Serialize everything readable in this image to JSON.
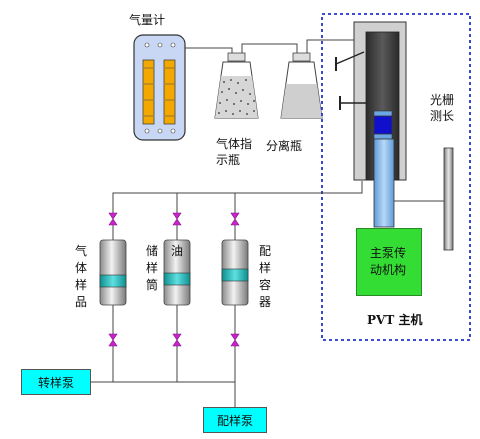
{
  "labels": {
    "gas_meter": "气量计",
    "gas_indicator_bottle": "气体指示瓶",
    "separation_bottle": "分离瓶",
    "grating_measure": "光栅测长",
    "gas_sample": "气体样品",
    "storage_cylinder": "储样筒",
    "oil": "油",
    "mixing_container": "配样容器",
    "transfer_pump": "转样泵",
    "mixing_pump": "配样泵",
    "main_pump_drive": "主泵传动机构",
    "pvt_host": "PVT 主机"
  },
  "colors": {
    "sample_box": "#00ffff",
    "drive_box": "#33dd33",
    "dashed_border": "#2233cc",
    "valve": "#cc22cc",
    "piston": "#1010cc",
    "liquid": "#80b8f0"
  }
}
